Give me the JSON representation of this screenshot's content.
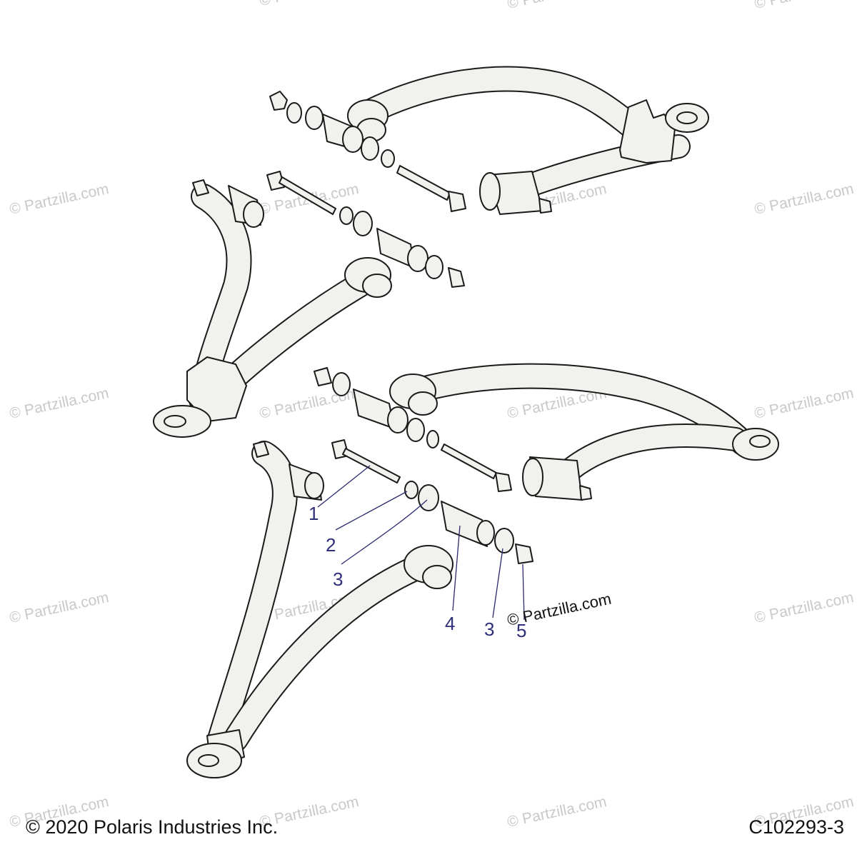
{
  "watermark": "© Partzilla.com",
  "watermark_main": "© Partzilla.com",
  "callouts": [
    "1",
    "2",
    "3",
    "4",
    "3",
    "5"
  ],
  "footer": {
    "copyright": "© 2020 Polaris Industries Inc.",
    "diagram_code": "C102293-3"
  },
  "colors": {
    "part_fill": "#f1f1ee",
    "outline": "#1a1a1a",
    "callout": "#2f2f7a",
    "watermark": "#c9c9c9"
  }
}
